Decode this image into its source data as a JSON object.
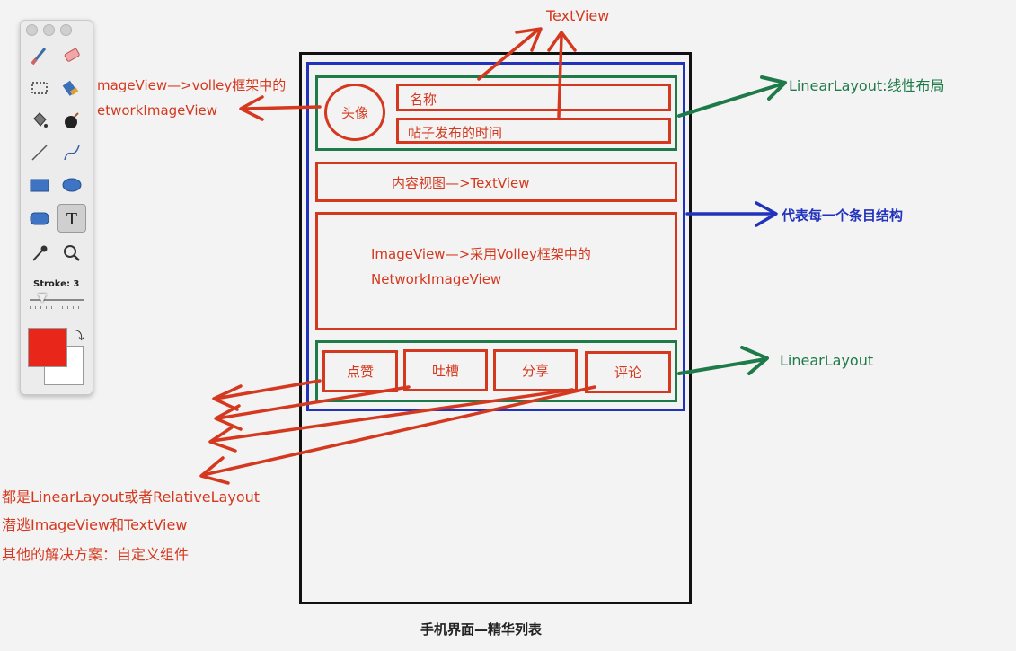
{
  "palette": {
    "stroke_label": "Stroke: 3",
    "stroke_value": 3,
    "tools": [
      "brush",
      "eraser",
      "marquee",
      "fill-bucket",
      "paint-bucket",
      "bomb",
      "line",
      "curve",
      "rectangle",
      "oval",
      "rounded-rect",
      "text",
      "eyedropper",
      "magnifier"
    ],
    "active_tool": "text",
    "primary_color": "#e8271a",
    "secondary_color": "#ffffff"
  },
  "labels": {
    "textview_top": "TextView",
    "avatar": "头像",
    "name": "名称",
    "post_time": "帖子发布的时间",
    "content_view": "内容视图—>TextView",
    "image_line1": "ImageView—>采用Volley框架中的",
    "image_line2": "NetworkImageView",
    "btn_like": "点赞",
    "btn_complain": "吐槽",
    "btn_share": "分享",
    "btn_comment": "评论",
    "left_line1": "mageView—>volley框架中的",
    "left_line2": "etworkImageView",
    "right_linear_top": "LinearLayout:线性布局",
    "right_item": "代表每一个条目结构",
    "right_linear_bottom": "LinearLayout",
    "bottom_line1": "都是LinearLayout或者RelativeLayout",
    "bottom_line2": "潜逃ImageView和TextView",
    "bottom_line3": "其他的解决方案：自定义组件",
    "caption": "手机界面—精华列表"
  },
  "colors": {
    "red": "#d4391f",
    "green": "#1f7a49",
    "blue": "#2233bb",
    "phone_border": "#111111"
  }
}
